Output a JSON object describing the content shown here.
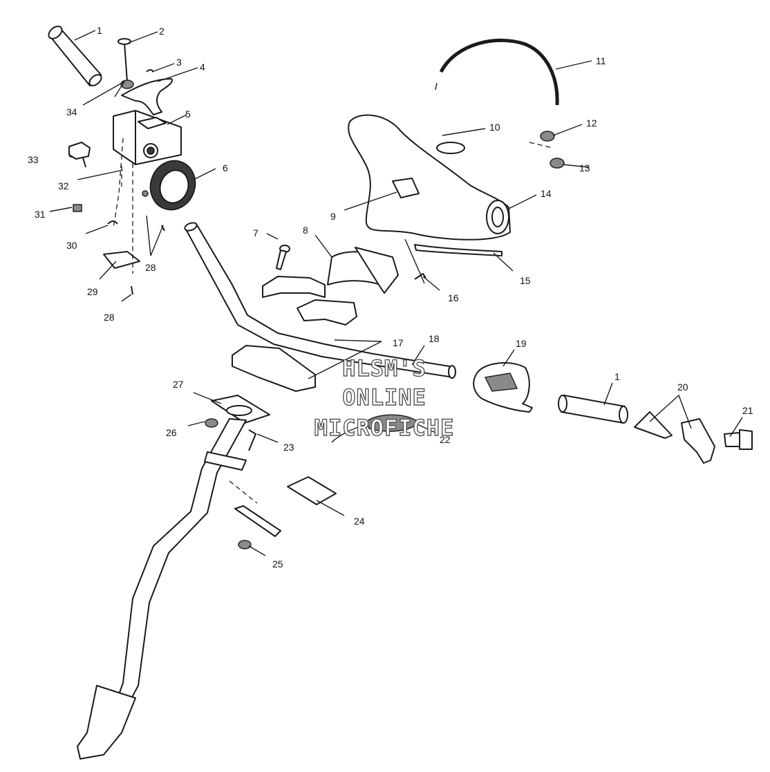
{
  "watermark": {
    "line1": "HLSM'S",
    "line2": "ONLINE",
    "line3": "MICROFICHE"
  },
  "callouts": {
    "c1a": "1",
    "c1b": "1",
    "c2": "2",
    "c3": "3",
    "c4": "4",
    "c5": "5",
    "c6": "6",
    "c7": "7",
    "c8": "8",
    "c9": "9",
    "c10": "10",
    "c11": "11",
    "c12": "12",
    "c13": "13",
    "c14": "14",
    "c15": "15",
    "c16": "16",
    "c17": "17",
    "c18": "18",
    "c19": "19",
    "c20": "20",
    "c21": "21",
    "c22": "22",
    "c23": "23",
    "c24": "24",
    "c25": "25",
    "c26": "26",
    "c27": "27",
    "c28a": "28",
    "c28b": "28",
    "c29": "29",
    "c30": "30",
    "c31": "31",
    "c32": "32",
    "c33": "33",
    "c34": "34"
  }
}
